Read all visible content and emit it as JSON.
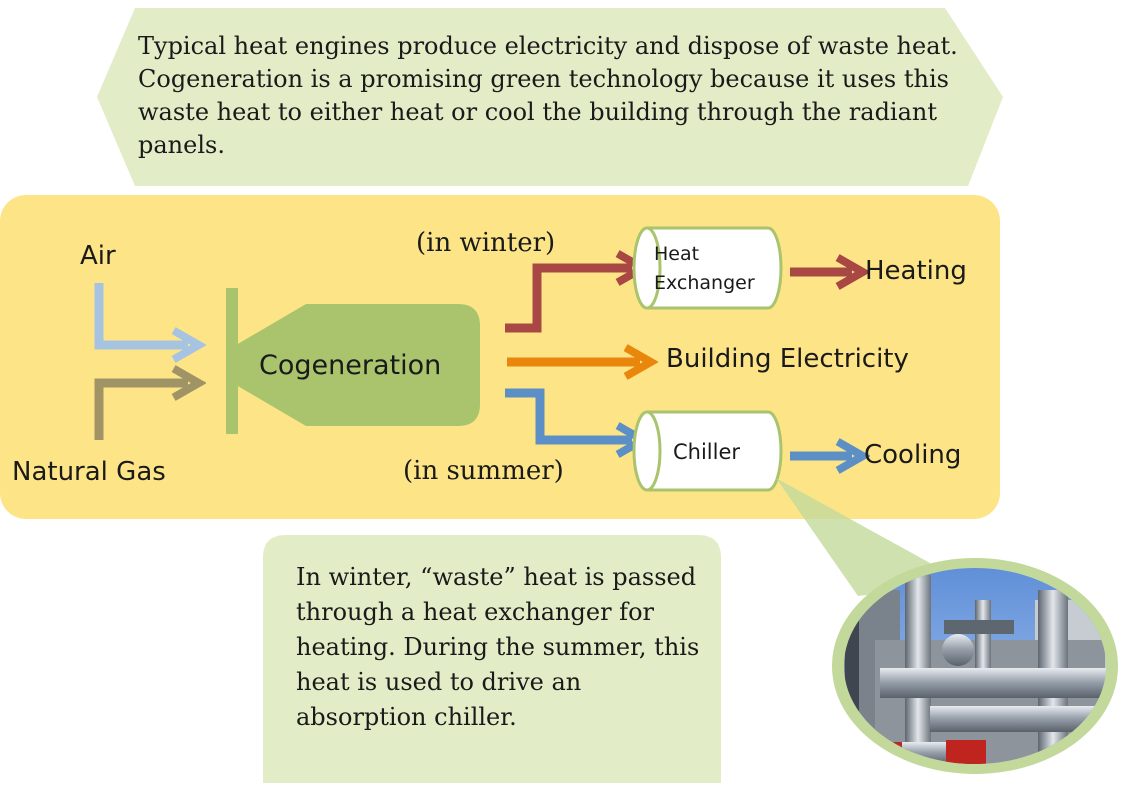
{
  "top_note": "Typical heat engines produce electricity and dispose of waste heat. Cogeneration is a promising green technology because it uses this waste heat to either heat or cool the building through the radiant panels.",
  "bottom_note": "In winter, “waste” heat  is passed through a heat exchanger for heating. During the summer, this heat is used to drive an absorption chiller.",
  "diagram": {
    "input_air": "Air",
    "input_gas": "Natural Gas",
    "engine": "Cogeneration",
    "winter_label": "(in winter)",
    "summer_label": "(in summer)",
    "heat_exchanger_line1": "Heat",
    "heat_exchanger_line2": "Exchanger",
    "chiller": "Chiller",
    "out_heating": "Heating",
    "out_electricity": "Building Electricity",
    "out_cooling": "Cooling"
  },
  "colors": {
    "note_bg": "#e2ecc6",
    "panel_bg": "#fde587",
    "engine_green": "#a9c46c",
    "air_arrow": "#a7c3e2",
    "gas_arrow": "#a09467",
    "winter_arrow": "#a94744",
    "electric_arrow": "#e8870c",
    "summer_arrow": "#5b8fc6"
  },
  "photo": "absorption-chiller-photo"
}
